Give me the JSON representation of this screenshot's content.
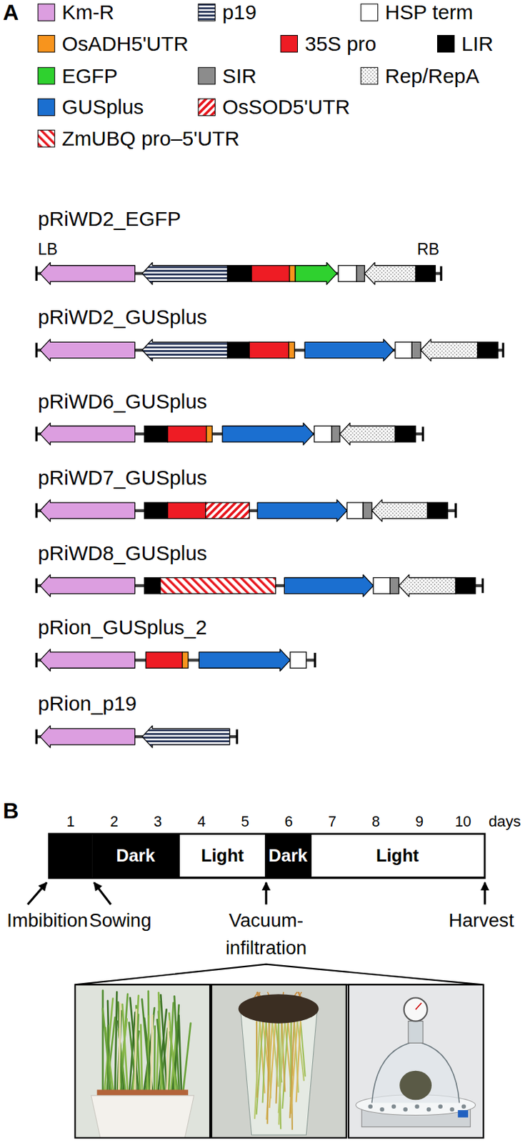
{
  "diagram": {
    "nodes": [
      {
        "text": [
          "Dark"
        ]
      },
      {
        "text": [
          "Light"
        ]
      },
      {
        "text": [
          "Dark"
        ]
      },
      {
        "text": [
          "Light"
        ]
      }
    ],
    "labels": [
      "A",
      "pRiWD2_EGFP",
      "LB",
      "RB",
      "pRiWD2_GUSplus",
      "pRiWD6_GUSplus",
      "pRiWD7_GUSplus",
      "pRiWD8_GUSplus",
      "pRion_GUSplus_2",
      "pRion_p19",
      "B",
      "1",
      "2",
      "3",
      "4",
      "5",
      "6",
      "7",
      "8",
      "9",
      "10",
      "days",
      "Imbibition",
      "Sowing",
      "Vacuum- infiltration",
      "Harvest"
    ],
    "legend": [
      {
        "text": "Km-R",
        "color": "#dc9ee0"
      },
      {
        "text": "p19"
      },
      {
        "text": "HSP term",
        "color": "#ffffff"
      },
      {
        "text": "OsADH5'UTR",
        "color": "#f7941d"
      },
      {
        "text": "35S pro",
        "color": "#ee1c24"
      },
      {
        "text": "LIR",
        "color": "#000000"
      },
      {
        "text": "EGFP",
        "color": "#2fd12f"
      },
      {
        "text": "SIR",
        "color": "#8c8c8c"
      },
      {
        "text": "Rep/RepA"
      },
      {
        "text": "GUSplus",
        "color": "#1b6fd0"
      },
      {
        "text": "OsSOD5'UTR"
      },
      {
        "text": "ZmUBQ pro–5'UTR"
      }
    ]
  }
}
